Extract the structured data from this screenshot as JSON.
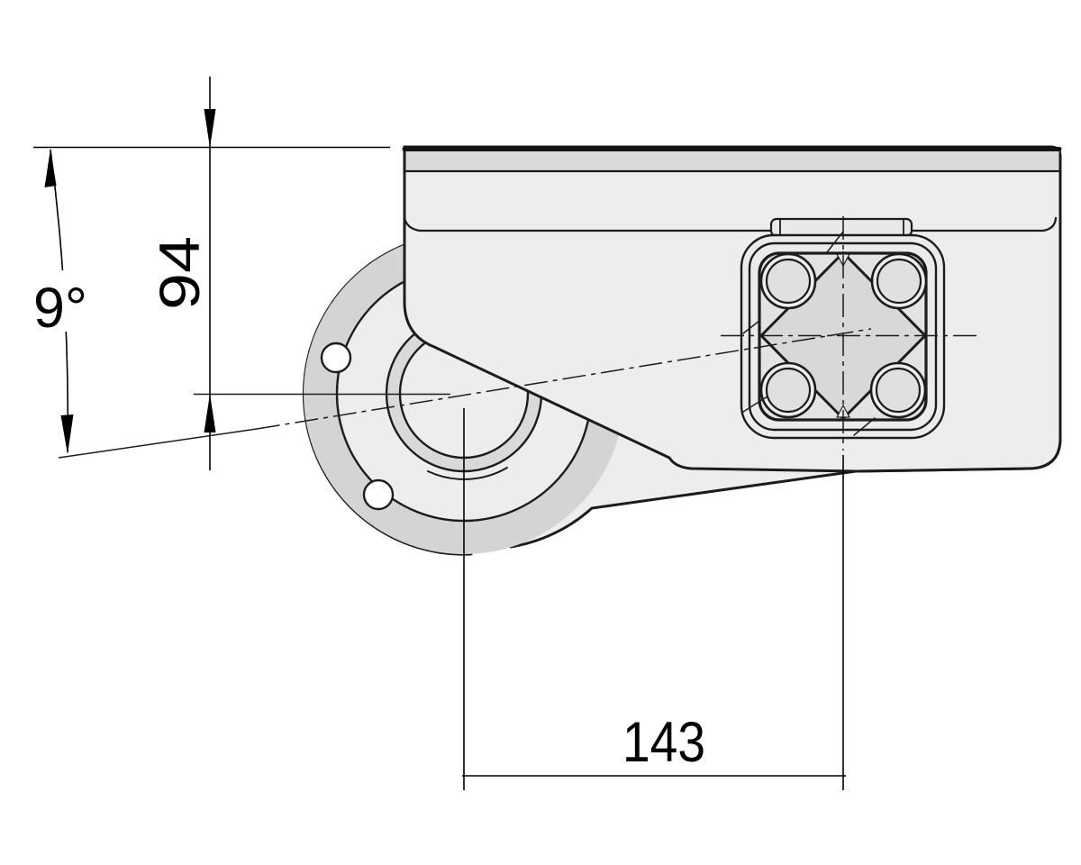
{
  "drawing": {
    "type": "engineering-dimension-drawing",
    "dimensions": {
      "angle": "9°",
      "vertical": "94",
      "horizontal": "143"
    },
    "colors": {
      "background": "#ffffff",
      "line": "#1c1c1c",
      "dimension_line": "#000000",
      "housing_face": "#eceeee",
      "lid_band": "#d9dbdb",
      "flange_ring": "#d3d5d5",
      "bore_ring": "#d8dada",
      "square_inner": "#e2e4e4",
      "diamond": "#d7d9d9"
    }
  }
}
